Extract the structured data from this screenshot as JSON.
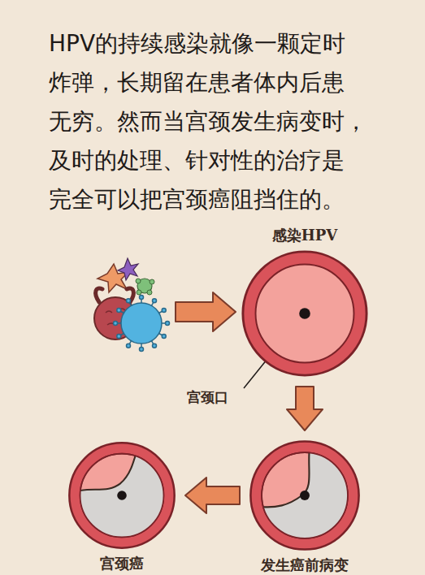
{
  "diagram": {
    "title": "HPV的持续感染就像一颗定时 炸弹，长期留在患者体内后患 无穷。然而当宫颈发生病变时， 及时的处理、针对性的治疗是 完全可以把宫颈癌阻挡住的。",
    "nodes": [
      {
        "text": [
          "感染HPV"
        ]
      },
      {
        "text": [
          "发生癌前病变"
        ]
      },
      {
        "text": [
          "宫颈癌"
        ]
      }
    ],
    "edges": [
      {
        "from": 0,
        "to": 1,
        "arrow": "to"
      },
      {
        "from": 1,
        "to": 2,
        "arrow": "to"
      }
    ],
    "labels": [
      "宫颈口"
    ]
  }
}
